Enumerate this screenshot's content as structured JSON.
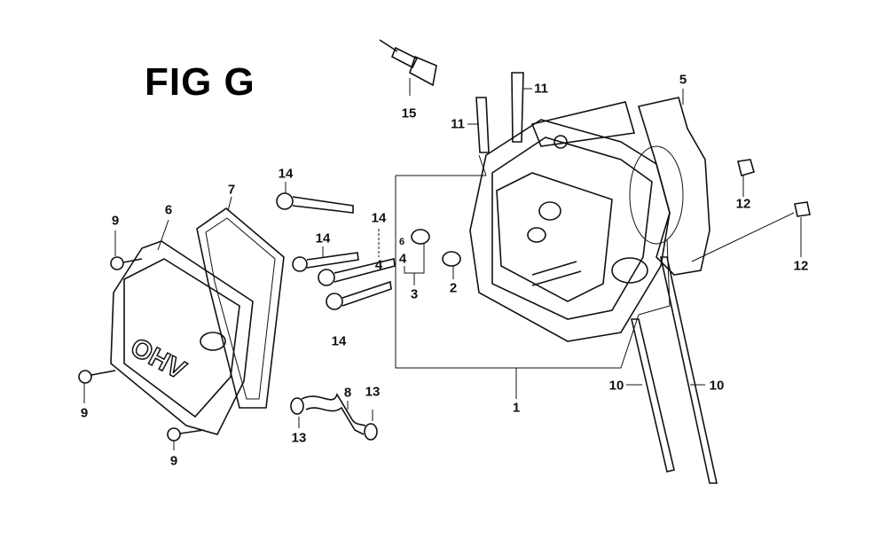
{
  "title": "FIG G",
  "callouts": [
    {
      "id": "spark-plug",
      "text": "15"
    },
    {
      "id": "stud-upper-left",
      "text": "11"
    },
    {
      "id": "stud-upper-right",
      "text": "11"
    },
    {
      "id": "head-gasket",
      "text": "5"
    },
    {
      "id": "bolt-long",
      "text": "14"
    },
    {
      "id": "bolt-mid",
      "text": "14"
    },
    {
      "id": "bolt-short",
      "text": "14"
    },
    {
      "id": "bolt-lower",
      "text": "14"
    },
    {
      "id": "cover-bolt-top",
      "text": "9"
    },
    {
      "id": "cover-bolt-left",
      "text": "9"
    },
    {
      "id": "cover-bolt-bottom",
      "text": "9"
    },
    {
      "id": "head-cover",
      "text": "6"
    },
    {
      "id": "cover-gasket",
      "text": "7"
    },
    {
      "id": "dowel-small",
      "text": "6"
    },
    {
      "id": "washer-a",
      "text": "4"
    },
    {
      "id": "washer-b",
      "text": "4"
    },
    {
      "id": "dowel-set",
      "text": "3"
    },
    {
      "id": "dowel-pin",
      "text": "2"
    },
    {
      "id": "cap-upper",
      "text": "12"
    },
    {
      "id": "cap-lower",
      "text": "12"
    },
    {
      "id": "cylinder-head",
      "text": "1"
    },
    {
      "id": "breather-tube",
      "text": "8"
    },
    {
      "id": "clip-left",
      "text": "13"
    },
    {
      "id": "clip-right",
      "text": "13"
    },
    {
      "id": "pushrod-left",
      "text": "10"
    },
    {
      "id": "pushrod-right",
      "text": "10"
    }
  ],
  "cover_logo": "OHV"
}
